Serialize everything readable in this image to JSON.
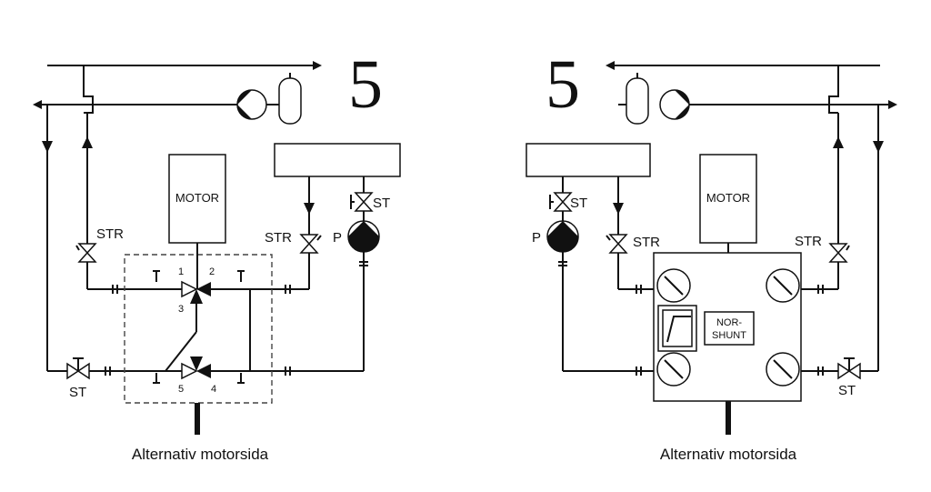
{
  "left": {
    "number": "5",
    "motor": "MOTOR",
    "str_left": "STR",
    "str_right": "STR",
    "st_top": "ST",
    "st_bottom": "ST",
    "pump": "P",
    "ports": [
      "1",
      "2",
      "3",
      "4",
      "5"
    ],
    "caption": "Alternativ motorsida"
  },
  "right": {
    "number": "5",
    "motor": "MOTOR",
    "str_left": "STR",
    "str_right": "STR",
    "st_top": "ST",
    "st_bottom": "ST",
    "pump": "P",
    "shunt_line1": "NOR-",
    "shunt_line2": "SHUNT",
    "caption": "Alternativ motorsida"
  }
}
